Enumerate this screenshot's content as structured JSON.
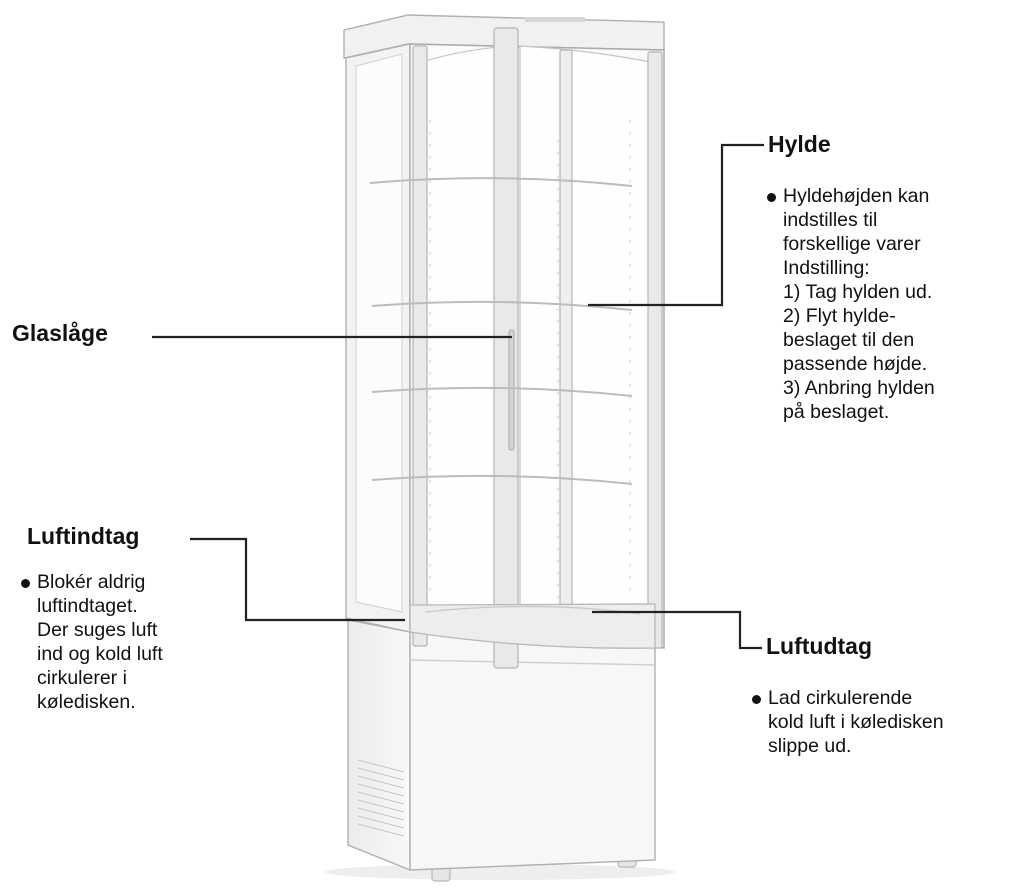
{
  "callouts": {
    "hylde": {
      "title": "Hylde",
      "lines": [
        "Hyldehøjden kan",
        "indstilles til",
        "forskellige varer",
        "Indstilling:",
        "1) Tag hylden ud.",
        "2) Flyt hylde-",
        "beslaget til den",
        "passende højde.",
        "3) Anbring hylden",
        "på beslaget."
      ]
    },
    "glaslaage": {
      "title": "Glaslåge"
    },
    "luftindtag": {
      "title": "Luftindtag",
      "lines": [
        "Blokér aldrig",
        "luftindtaget.",
        "Der suges luft",
        "ind og kold luft",
        "cirkulerer i",
        "køledisken."
      ]
    },
    "luftudtag": {
      "title": "Luftudtag",
      "lines": [
        "Lad cirkulerende",
        "kold luft i køledisken",
        "slippe ud."
      ]
    }
  },
  "colors": {
    "cabinet": "#f6f6f6",
    "frame": "#e2e2e2",
    "glass": "#fbfbfb",
    "outline": "#a8a8a8",
    "leader": "#222222"
  }
}
